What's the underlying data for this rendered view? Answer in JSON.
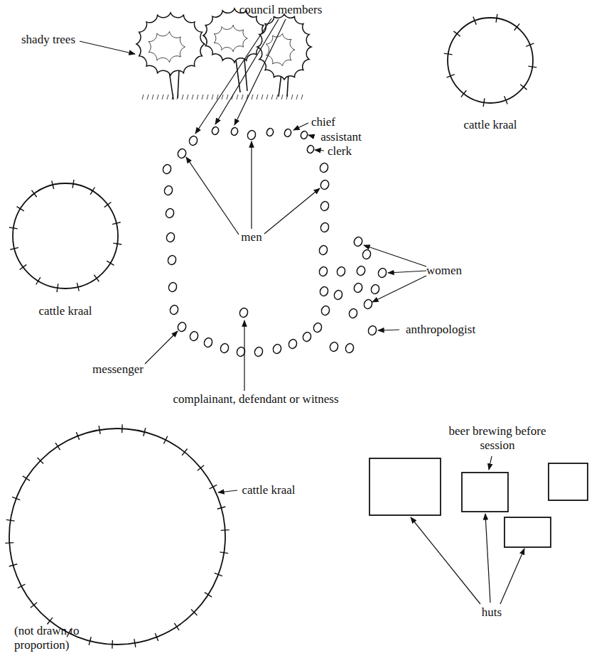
{
  "diagram": {
    "labels": [
      "council members",
      "shady trees",
      "chief",
      "assistant",
      "clerk",
      "cattle kraal",
      "men",
      "cattle kraal",
      "women",
      "anthropologist",
      "messenger",
      "complainant, defendant or witness",
      "cattle kraal",
      "beer brewing before session",
      "huts",
      "(not drawn to proportion)"
    ]
  }
}
